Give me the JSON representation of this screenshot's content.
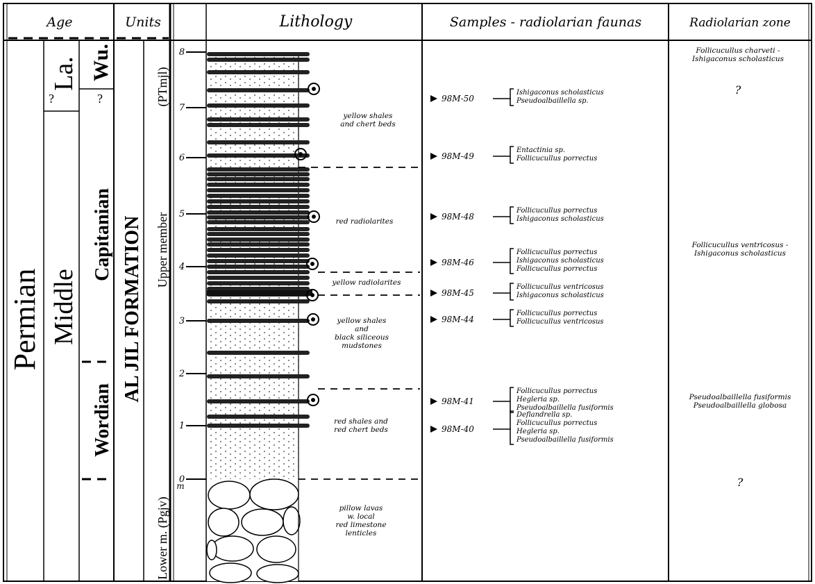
{
  "headers": {
    "age": "Age",
    "units": "Units",
    "lithology": "Lithology",
    "samples": "Samples - radiolarian faunas",
    "radiolarian_zone": "Radiolarian zone"
  },
  "age": {
    "period": "Permian",
    "epoch": "Middle",
    "stage_la": "La.",
    "stage_wu": "Wu.",
    "stage_capitanian": "Capitanian",
    "stage_wordian": "Wordian",
    "q1": "?",
    "q2": "?"
  },
  "units": {
    "formation": "AL JIL FORMATION",
    "upper_member": "Upper member",
    "upper_code": "(PTmjl)",
    "lower_member": "Lower m. (Pgjv)"
  },
  "scale": {
    "ticks": [
      "8",
      "7",
      "6",
      "5",
      "4",
      "3",
      "2",
      "1",
      "0"
    ],
    "unit": "m"
  },
  "lithology_labels": [
    "yellow shales\nand chert beds",
    "red radiolarites",
    "yellow radiolarites",
    "yellow shales\nand\nblack siliceous\nmudstones",
    "red shales and\nred chert beds",
    "pillow lavas\nw. local\nred limestone\nlenticles"
  ],
  "samples": [
    {
      "id": "98M-50",
      "taxa": [
        "Ishigaconus scholasticus",
        "Pseudoalbaillella sp."
      ]
    },
    {
      "id": "98M-49",
      "taxa": [
        "Entactinia sp.",
        "Follicucullus porrectus"
      ]
    },
    {
      "id": "98M-48",
      "taxa": [
        "Follicucullus porrectus",
        "Ishigaconus scholasticus"
      ]
    },
    {
      "id": "98M-46",
      "taxa": [
        "Follicucullus porrectus",
        "Ishigaconus scholasticus",
        "Follicucullus porrectus"
      ]
    },
    {
      "id": "98M-45",
      "taxa": [
        "Follicucullus ventricosus",
        "Ishigaconus scholasticus"
      ]
    },
    {
      "id": "98M-44",
      "taxa": [
        "Follicucullus porrectus",
        "Follicucullus ventricosus"
      ]
    },
    {
      "id": "98M-41",
      "taxa": [
        "Follicucullus porrectus",
        "Hegleria sp.",
        "Pseudoalbaillella fusiformis"
      ]
    },
    {
      "id": "98M-40",
      "taxa": [
        "Deflandrella sp.",
        "Follicucullus porrectus",
        "Hegleria sp.",
        "Pseudoalbaillella fusiformis"
      ]
    }
  ],
  "zones": [
    "Follicucullus charveti -\nIshigaconus scholasticus",
    "?",
    "Follicucullus ventricosus -\nIshigaconus scholasticus",
    "Pseudoalbaillella fusiformis\nPseudoalbaillella globosa",
    "?"
  ]
}
